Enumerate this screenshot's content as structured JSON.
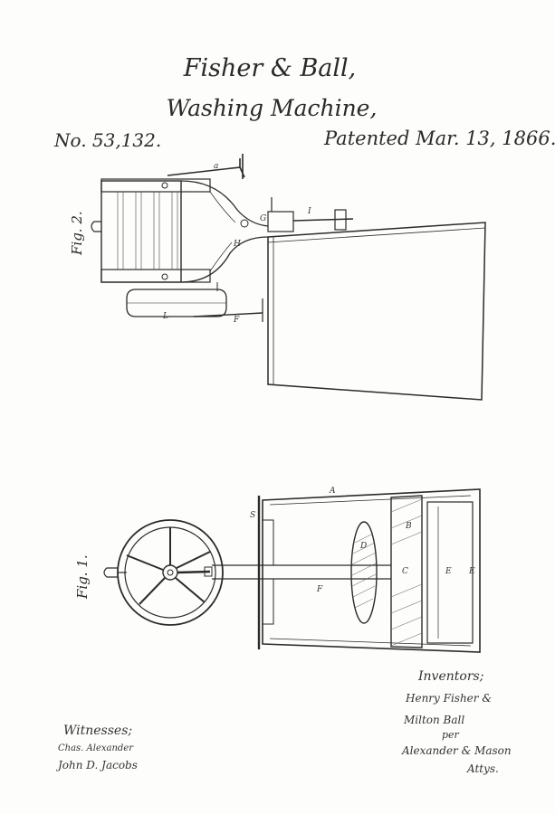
{
  "header": {
    "inventors_title": "Fisher & Ball,",
    "invention": "Washing Machine,",
    "patent_no": "No. 53,132.",
    "patented": "Patented Mar. 13, 1866."
  },
  "figures": {
    "fig2_label": "Fig. 2.",
    "fig1_label": "Fig. 1."
  },
  "part_labels": {
    "a": "a",
    "H": "H",
    "G": "G",
    "I": "I",
    "L": "L",
    "F": "F",
    "A": "A",
    "S": "S",
    "B": "B",
    "D": "D",
    "C": "C",
    "E": "E"
  },
  "witnesses": {
    "heading": "Witnesses;",
    "names": [
      "Chas. Alexander",
      "John D. Jacobs"
    ]
  },
  "inventors": {
    "heading": "Inventors;",
    "names": [
      "Henry Fisher &",
      "Milton Ball"
    ],
    "per": "per",
    "attorney": "Alexander & Mason",
    "attys": "Attys."
  }
}
